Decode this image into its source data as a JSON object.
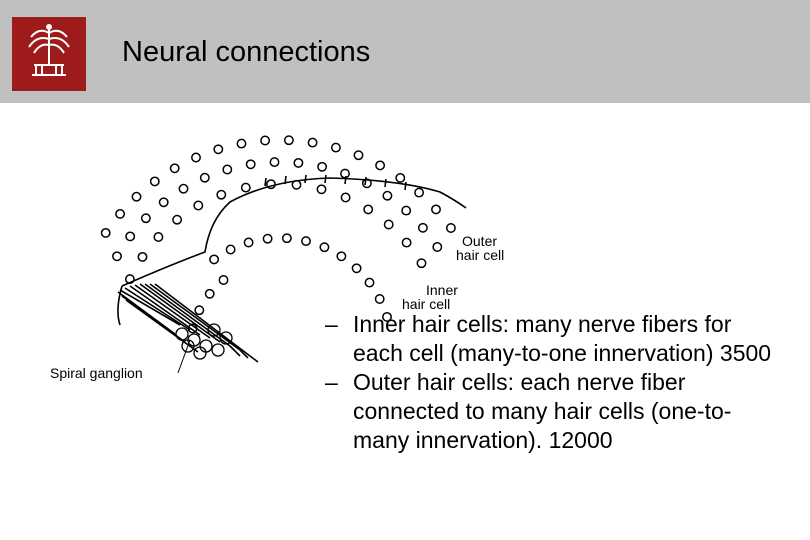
{
  "slide": {
    "title": "Neural connections"
  },
  "diagram": {
    "label_outer_line1": "Outer",
    "label_outer_line2": "hair cell",
    "label_inner_line1": "Inner",
    "label_inner_line2": "hair cell",
    "label_ganglion": "Spiral ganglion"
  },
  "bullets": [
    {
      "marker": "–",
      "text": "Inner hair cells: many nerve fibers for each cell (many-to-one innervation) 3500"
    },
    {
      "marker": "–",
      "text": "Outer hair cells: each nerve fiber connected to many hair cells (one-to-many innervation). 12000"
    }
  ]
}
